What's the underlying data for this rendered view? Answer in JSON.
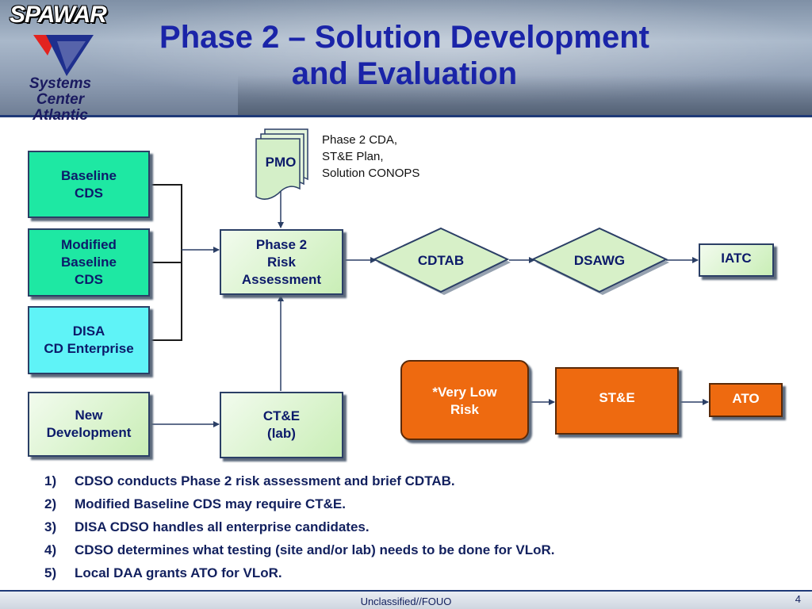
{
  "header": {
    "title_line1": "Phase 2 – Solution Development",
    "title_line2": "and Evaluation",
    "logo": {
      "top": "SPAWAR",
      "line1": "Systems Center",
      "line2": "Atlantic"
    }
  },
  "diagram": {
    "baseline_cds": [
      "Baseline",
      "CDS"
    ],
    "modified_baseline_cds": [
      "Modified",
      "Baseline",
      "CDS"
    ],
    "disa_cd_enterprise": [
      "DISA",
      "CD Enterprise"
    ],
    "new_development": [
      "New",
      "Development"
    ],
    "pmo": "PMO",
    "pmo_note": [
      "Phase 2 CDA,",
      "ST&E Plan,",
      "Solution CONOPS"
    ],
    "phase2_risk_assessment": [
      "Phase 2",
      "Risk",
      "Assessment"
    ],
    "cdtab": "CDTAB",
    "dsawg": "DSAWG",
    "iatc": "IATC",
    "cte_lab": [
      "CT&E",
      "(lab)"
    ],
    "very_low_risk": [
      "*Very Low",
      "Risk"
    ],
    "ste": "ST&E",
    "ato": "ATO"
  },
  "notes": [
    {
      "num": "1)",
      "text": "CDSO conducts Phase 2 risk assessment and brief CDTAB."
    },
    {
      "num": "2)",
      "text": "Modified Baseline CDS may require CT&E."
    },
    {
      "num": "3)",
      "text": "DISA CDSO handles all enterprise candidates."
    },
    {
      "num": "4)",
      "text": "CDSO determines what testing (site and/or lab) needs to be done for VLoR."
    },
    {
      "num": "5)",
      "text": "Local DAA grants ATO for VLoR."
    }
  ],
  "footer": {
    "classification": "Unclassified//FOUO",
    "page": "4"
  },
  "colors": {
    "title": "#1a24a8",
    "green": "#1ee8a3",
    "cyan": "#5ff3f7",
    "orange": "#ee6a10",
    "light_green": "#c9eeb6"
  },
  "icons": [
    "spawar-logo-icon",
    "arrow-icon"
  ]
}
